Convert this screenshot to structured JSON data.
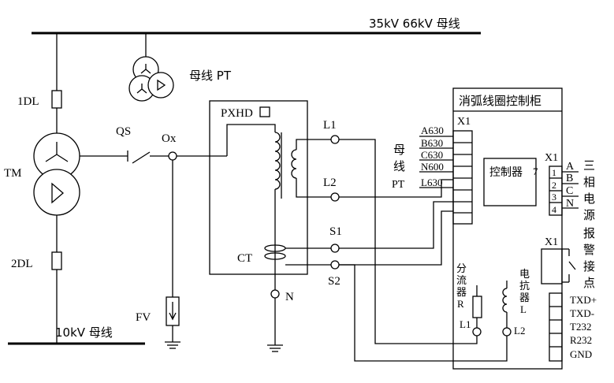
{
  "bus": {
    "top_label": "35kV   66kV 母线",
    "bottom_label": "10kV 母线"
  },
  "pt": {
    "label": "母线 PT"
  },
  "left": {
    "breaker1": "1DL",
    "breaker2": "2DL",
    "transformer": "TM",
    "switch": "QS",
    "neutral_point": "Ox",
    "arrester": "FV"
  },
  "pxhd": {
    "label": "PXHD",
    "ct": "CT",
    "neutral": "N",
    "terminals": [
      "L1",
      "L2",
      "S1",
      "S2"
    ]
  },
  "cabinet": {
    "title": "消弧线圈控制柜",
    "x1_left": "X1",
    "bus_pt_chars": [
      "母",
      "线",
      "PT"
    ],
    "left_terminals": [
      "A630",
      "B630",
      "C630",
      "N600",
      "L630"
    ],
    "controller_label": "控制器",
    "controller_number": "7",
    "x1_right_top": "X1",
    "phase_terminals": [
      {
        "num": "1",
        "name": "A"
      },
      {
        "num": "2",
        "name": "B"
      },
      {
        "num": "3",
        "name": "C"
      },
      {
        "num": "4",
        "name": "N"
      }
    ],
    "three_phase_power_chars": [
      "三",
      "相",
      "电",
      "源"
    ],
    "x1_right_alarm": "X1",
    "alarm_contact_chars": [
      "报",
      "警",
      "接",
      "点"
    ],
    "shunt_chars": [
      "分",
      "流",
      "器",
      "R"
    ],
    "reactor_chars": [
      "电",
      "抗",
      "器",
      "L"
    ],
    "internal_l1": "L1",
    "internal_l2": "L2",
    "comm_terminals": [
      "TXD+",
      "TXD-",
      "T232",
      "R232",
      "GND"
    ]
  }
}
